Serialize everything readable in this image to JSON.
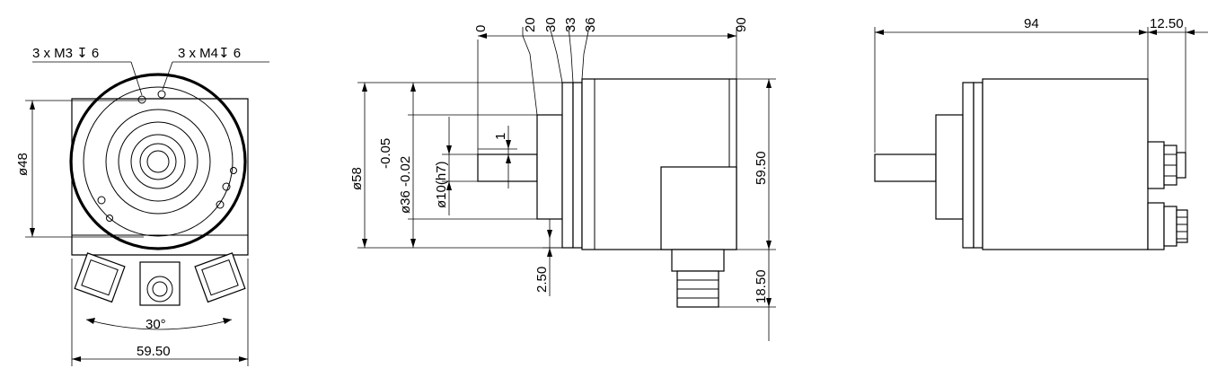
{
  "front_view": {
    "callout_m3": "3 x M3 ↧ 6",
    "callout_m4": "3 x M4↧ 6",
    "dim_diameter_48": "ø48",
    "dim_angle": "30°",
    "dim_width": "59.50"
  },
  "side_view": {
    "ordinate_0": "0",
    "ordinate_20": "20",
    "ordinate_30": "30",
    "ordinate_33": "33",
    "ordinate_36": "36",
    "ordinate_90": "90",
    "dim_diameter_58": "ø58",
    "tol_upper": "-0.05",
    "dim_diameter_36": "ø36 -0.02",
    "dim_diameter_10": "ø10(h7)",
    "dim_flat": "1",
    "dim_flange": "2.50",
    "dim_height": "59.50",
    "dim_connector": "18.50"
  },
  "rear_view": {
    "dim_length": "94",
    "dim_connector_len": "12.50"
  }
}
